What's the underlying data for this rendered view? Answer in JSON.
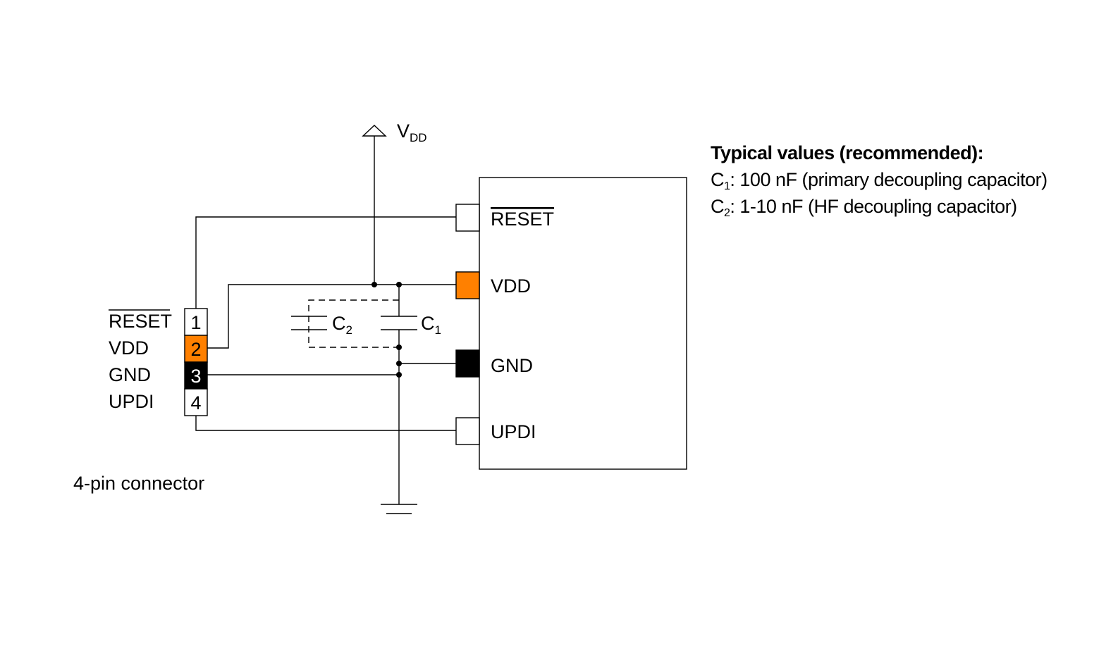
{
  "supply": {
    "name": "V",
    "sub": "DD"
  },
  "connector": {
    "caption": "4-pin connector",
    "pins": [
      {
        "label": "RESET",
        "number": "1",
        "color": "#ffffff",
        "text_color": "#000000"
      },
      {
        "label": "VDD",
        "number": "2",
        "color": "#ff8000",
        "text_color": "#000000"
      },
      {
        "label": "GND",
        "number": "3",
        "color": "#000000",
        "text_color": "#ffffff"
      },
      {
        "label": "UPDI",
        "number": "4",
        "color": "#ffffff",
        "text_color": "#000000"
      }
    ]
  },
  "chip_pins": [
    {
      "label": "RESET",
      "color": "#ffffff"
    },
    {
      "label": "VDD",
      "color": "#ff8000"
    },
    {
      "label": "GND",
      "color": "#000000"
    },
    {
      "label": "UPDI",
      "color": "#ffffff"
    }
  ],
  "capacitors": {
    "c1": {
      "name": "C",
      "sub": "1"
    },
    "c2": {
      "name": "C",
      "sub": "2"
    }
  },
  "notes": {
    "heading": "Typical values (recommended):",
    "lines": [
      {
        "name": "C",
        "sub": "1",
        "text": ": 100 nF (primary decoupling capacitor)"
      },
      {
        "name": "C",
        "sub": "2",
        "text": ": 1-10 nF (HF decoupling capacitor)"
      }
    ]
  }
}
